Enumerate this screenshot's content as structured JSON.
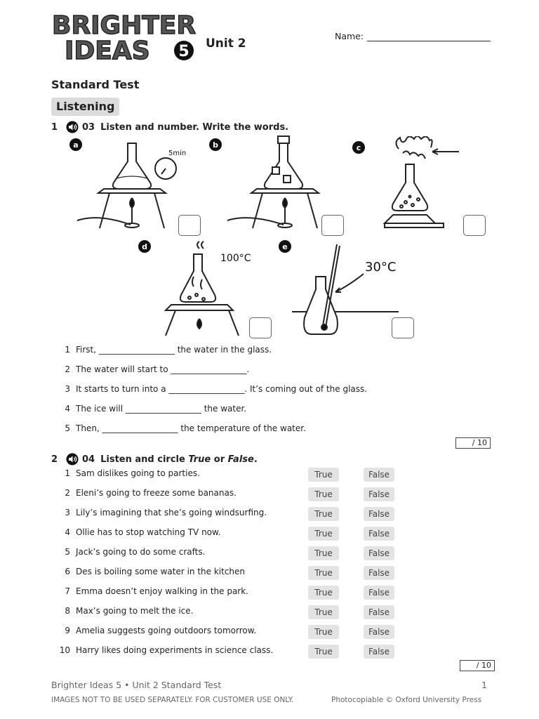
{
  "header": {
    "logo_line1": "BRIGHTER",
    "logo_line2": "IDEAS",
    "logo_number": "5",
    "unit": "Unit 2",
    "name_label": "Name:"
  },
  "title": "Standard Test",
  "section": "Listening",
  "q1": {
    "number": "1",
    "track": "03",
    "instruction": "Listen and number. Write the words.",
    "icon": "speaker-icon",
    "pictures": [
      {
        "letter": "a",
        "annotation": "5min"
      },
      {
        "letter": "b",
        "annotation": ""
      },
      {
        "letter": "c",
        "annotation": ""
      },
      {
        "letter": "d",
        "annotation": "100°C"
      },
      {
        "letter": "e",
        "annotation": "30°C"
      }
    ],
    "sentences": [
      {
        "n": "1",
        "text": "First, __________________ the water in the glass."
      },
      {
        "n": "2",
        "text": "The water will start to __________________."
      },
      {
        "n": "3",
        "text": "It starts to turn into a __________________. It’s coming out of the glass."
      },
      {
        "n": "4",
        "text": "The ice will __________________ the water."
      },
      {
        "n": "5",
        "text": "Then, __________________ the temperature of the water."
      }
    ],
    "score": "/ 10"
  },
  "q2": {
    "number": "2",
    "track": "04",
    "instruction_a": "Listen and circle ",
    "instruction_true": "True",
    "instruction_or": " or ",
    "instruction_false": "False",
    "instruction_end": ".",
    "true_label": "True",
    "false_label": "False",
    "items": [
      {
        "n": "1",
        "text": "Sam dislikes going to parties."
      },
      {
        "n": "2",
        "text": "Eleni’s going to freeze some bananas."
      },
      {
        "n": "3",
        "text": "Lily’s imagining that she’s going windsurfing."
      },
      {
        "n": "4",
        "text": "Ollie has to stop watching TV now."
      },
      {
        "n": "5",
        "text": "Jack’s going to do some crafts."
      },
      {
        "n": "6",
        "text": "Des is boiling some water in the kitchen"
      },
      {
        "n": "7",
        "text": "Emma doesn’t enjoy walking in the park."
      },
      {
        "n": "8",
        "text": "Max’s going to melt the ice."
      },
      {
        "n": "9",
        "text": "Amelia suggests going outdoors tomorrow."
      },
      {
        "n": "10",
        "text": "Harry likes doing experiments in science class."
      }
    ],
    "score": "/ 10"
  },
  "footer": {
    "left": "Brighter Ideas 5 • Unit 2 Standard Test",
    "page": "1",
    "note": "IMAGES NOT TO BE USED SEPARATELY. FOR CUSTOMER USE ONLY.",
    "copyright": "Photocopiable © Oxford University Press"
  }
}
